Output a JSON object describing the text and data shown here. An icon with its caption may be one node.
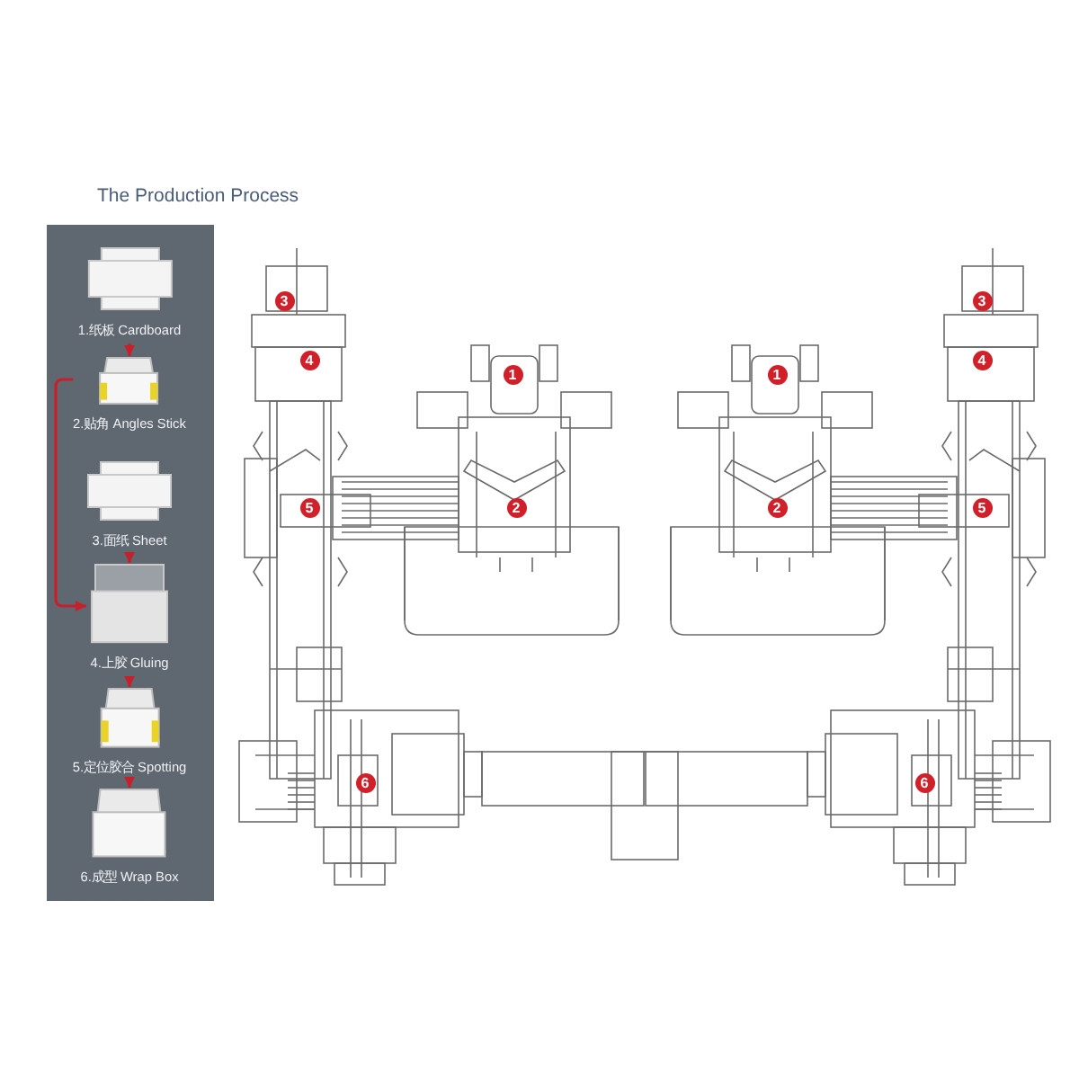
{
  "diagram": {
    "title": "The Production Process",
    "nodes": [
      {
        "text": [
          "1.纸板 Cardboard"
        ]
      },
      {
        "text": [
          "2.贴角 Angles Stick"
        ]
      },
      {
        "text": [
          "3.面纸 Sheet"
        ]
      },
      {
        "text": [
          "4.上胶 Gluing"
        ]
      },
      {
        "text": [
          "5.定位胶合 Spotting"
        ]
      },
      {
        "text": [
          "6.成型 Wrap Box"
        ]
      }
    ],
    "edges": [
      {
        "from": 0,
        "to": 1,
        "arrow": "to"
      },
      {
        "from": 1,
        "to": 3,
        "arrow": "to"
      },
      {
        "from": 2,
        "to": 3,
        "arrow": "to"
      },
      {
        "from": 3,
        "to": 4,
        "arrow": "to"
      },
      {
        "from": 4,
        "to": 5,
        "arrow": "to"
      }
    ],
    "labels": [
      "3",
      "3",
      "4",
      "1",
      "1",
      "4",
      "5",
      "2",
      "2",
      "5",
      "6",
      "6"
    ]
  }
}
